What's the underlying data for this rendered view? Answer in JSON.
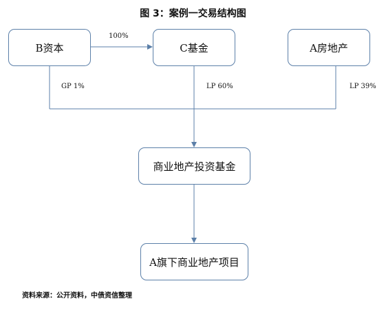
{
  "title": "图 3：案例一交易结构图",
  "nodes": {
    "b_capital": "B资本",
    "c_fund": "C基金",
    "a_real_estate": "A房地产",
    "commercial_fund": "商业地产投资基金",
    "a_projects": "A旗下商业地产项目"
  },
  "edges": {
    "b_to_c": "100%",
    "b_gp": "GP  1%",
    "c_lp": "LP  60%",
    "a_lp": "LP  39%"
  },
  "colors": {
    "line": "#5b7fa8",
    "box_border": "#5b7fa8"
  },
  "source": "资料来源：公开资料，中债资信整理"
}
